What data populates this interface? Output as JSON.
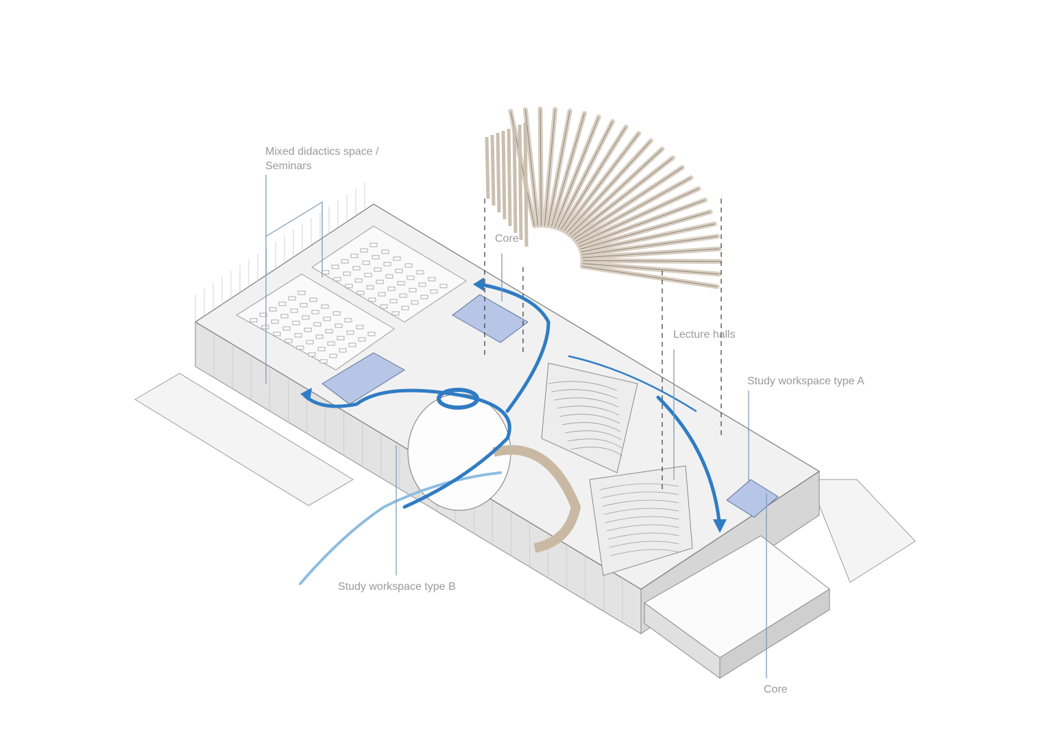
{
  "labels": {
    "mixed_line1": "Mixed didactics space /",
    "mixed_line2": "Seminars",
    "core_top": "Core",
    "lecture_halls": "Lecture halls",
    "study_a": "Study workspace type A",
    "study_b": "Study workspace type B",
    "core_bottom": "Core"
  },
  "colors": {
    "accent": "#2f7cc4",
    "leader": "#7f9bb8",
    "label": "#9a9a9a",
    "fins": "#d9cfc3",
    "core_fill": "#aebfe0"
  }
}
